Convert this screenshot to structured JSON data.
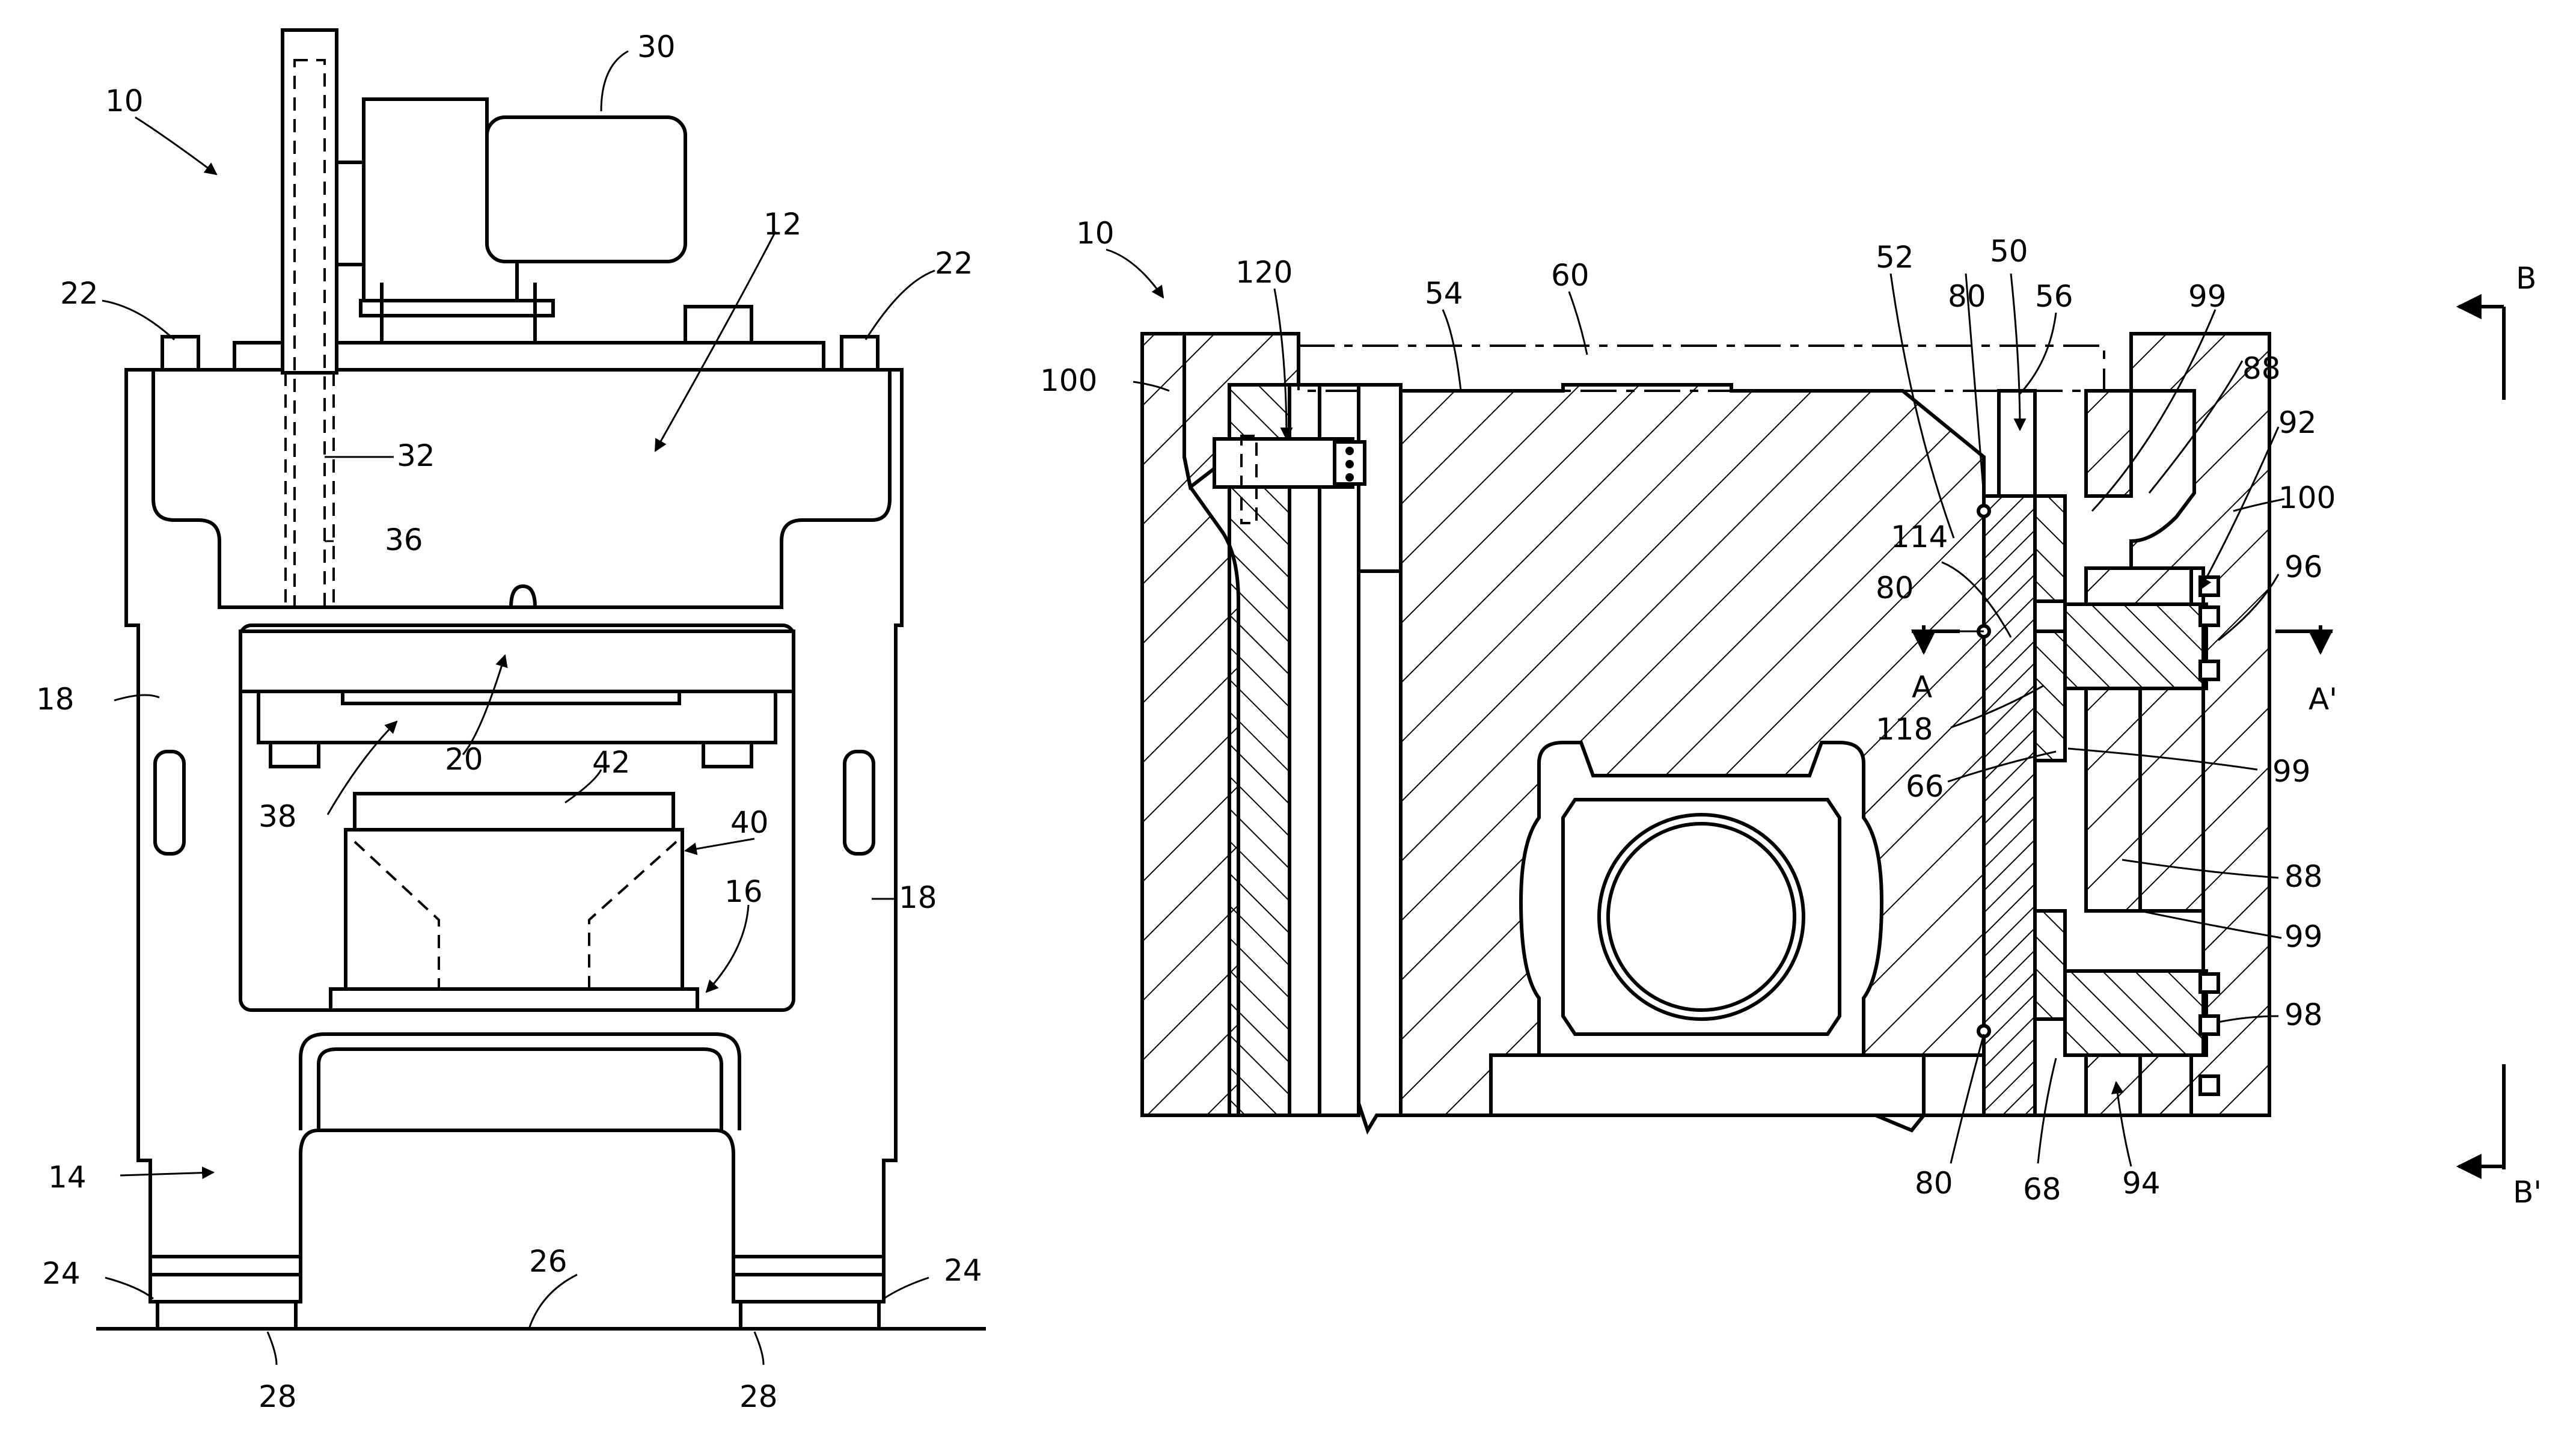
{
  "figure_left": {
    "labels": {
      "press": "10",
      "motor": "30",
      "crown": "12",
      "tie_rod_left": "22",
      "tie_rod_right": "22",
      "rod": "32",
      "sleeve": "36",
      "upright_left": "18",
      "upright_right": "18",
      "slide": "20",
      "die_upper": "38",
      "die_part": "42",
      "die_set": "40",
      "bolster": "16",
      "bed": "14",
      "foot_left": "24",
      "foot_right": "24",
      "floor": "26",
      "pad_left": "28",
      "pad_right": "28"
    }
  },
  "figure_right": {
    "labels": {
      "press": "10",
      "sensor": "120",
      "slide_body": "54",
      "crank": "60",
      "frame_left": "100",
      "gib_upper": "52",
      "bearing_80_top": "80",
      "gib_assembly": "50",
      "plate_56": "56",
      "bolt_99_top": "99",
      "bar_88_top": "88",
      "spacer_92": "92",
      "frame_right": "100",
      "shim_114": "114",
      "bearing_80_mid": "80",
      "block_96": "96",
      "section_a": "A",
      "section_a_prime": "A'",
      "shim_118": "118",
      "pad_66": "66",
      "bolt_99_mid": "99",
      "bar_88_low": "88",
      "bolt_99_low": "99",
      "block_98": "98",
      "bearing_80_low": "80",
      "pad_68": "68",
      "spacer_94": "94",
      "section_b": "B",
      "section_b_prime": "B'"
    }
  }
}
